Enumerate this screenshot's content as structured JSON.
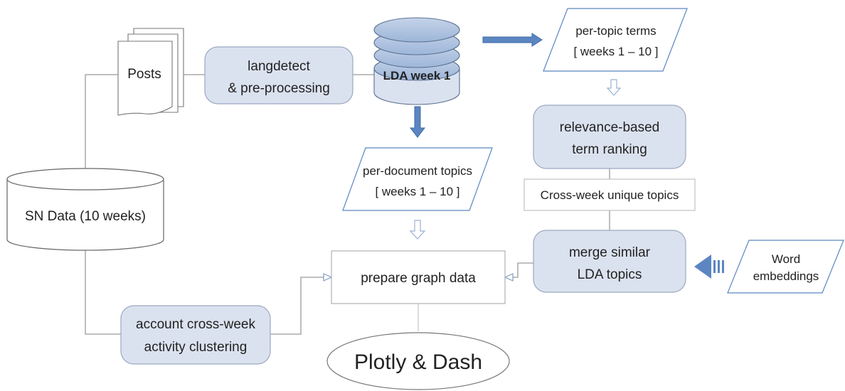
{
  "diagram": {
    "nodes": {
      "posts": "Posts",
      "langdetect_line1": "langdetect",
      "langdetect_line2": "& pre-processing",
      "lda": "LDA week 1",
      "per_topic_line1": "per-topic terms",
      "per_topic_line2": "[ weeks 1 – 10 ]",
      "relevance_line1": "relevance-based",
      "relevance_line2": "term ranking",
      "cross_week": "Cross-week unique topics",
      "per_document_line1": "per-document topics",
      "per_document_line2": "[ weeks 1 – 10 ]",
      "sn_data": "SN Data (10 weeks)",
      "prepare_graph": "prepare graph data",
      "merge_line1": "merge similar",
      "merge_line2": "LDA topics",
      "word_emb_line1": "Word",
      "word_emb_line2": "embeddings",
      "account_line1": "account cross-week",
      "account_line2": "activity clustering",
      "plotly": "Plotly & Dash"
    },
    "colors": {
      "process_fill": "#dbe2ef",
      "process_stroke": "#9aa8c0",
      "line": "#9a9a9a",
      "arrow_blue": "#5b86c1",
      "hollow_arrow": "#9ab0d0"
    }
  }
}
